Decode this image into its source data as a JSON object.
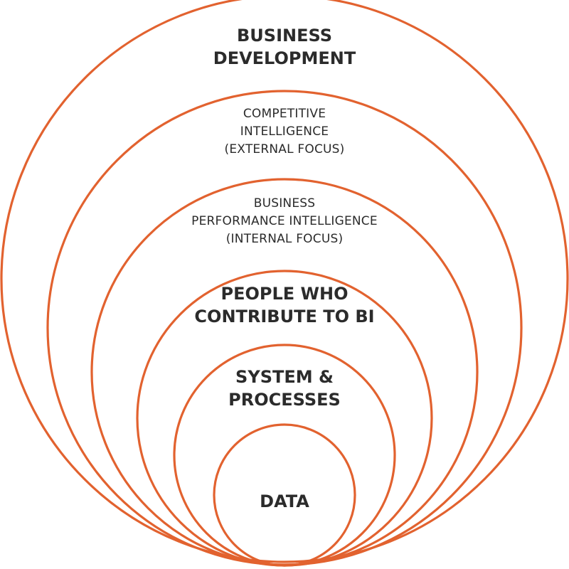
{
  "accent_color": "#e2622f",
  "rings": [
    {
      "name": "business-development",
      "lines": [
        "BUSINESS",
        "DEVELOPMENT"
      ]
    },
    {
      "name": "competitive-intelligence",
      "lines": [
        "COMPETITIVE",
        "INTELLIGENCE",
        "(EXTERNAL FOCUS)"
      ]
    },
    {
      "name": "business-performance-intelligence",
      "lines": [
        "BUSINESS",
        "PERFORMANCE INTELLIGENCE",
        "(INTERNAL FOCUS)"
      ]
    },
    {
      "name": "people-who-contribute",
      "lines": [
        "PEOPLE WHO",
        "CONTRIBUTE TO BI"
      ]
    },
    {
      "name": "system-processes",
      "lines": [
        "SYSTEM &",
        "PROCESSES"
      ]
    },
    {
      "name": "data",
      "lines": [
        "DATA"
      ]
    }
  ]
}
